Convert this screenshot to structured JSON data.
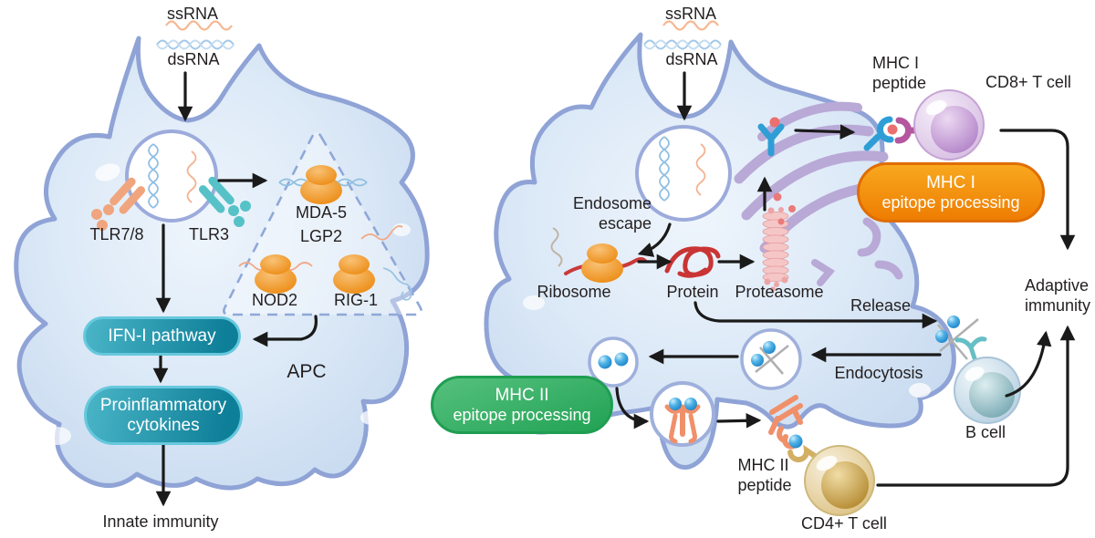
{
  "figure": {
    "left_cell": {
      "ssrna": "ssRNA",
      "dsrna": "dsRNA",
      "tlr78": "TLR7/8",
      "tlr3": "TLR3",
      "sensors": {
        "mda5": "MDA-5",
        "lgp2": "LGP2",
        "nod2": "NOD2",
        "rig1": "RIG-1"
      },
      "ifn_badge": "IFN-I pathway",
      "cytokine_badge_line1": "Proinflammatory",
      "cytokine_badge_line2": "cytokines",
      "apc": "APC",
      "outcome": "Innate immunity"
    },
    "right_cell": {
      "ssrna": "ssRNA",
      "dsrna": "dsRNA",
      "endosome_escape_line1": "Endosome",
      "endosome_escape_line2": "escape",
      "ribosome": "Ribosome",
      "protein": "Protein",
      "proteasome": "Proteasome",
      "release": "Release",
      "endocytosis": "Endocytosis",
      "mhc1_badge_line1": "MHC I",
      "mhc1_badge_line2": "epitope processing",
      "mhc2_badge_line1": "MHC II",
      "mhc2_badge_line2": "epitope processing",
      "mhc1_peptide_line1": "MHC I",
      "mhc1_peptide_line2": "peptide",
      "mhc2_peptide_line1": "MHC II",
      "mhc2_peptide_line2": "peptide",
      "cd8": "CD8+ T cell",
      "b_cell": "B cell",
      "cd4": "CD4+ T cell",
      "adaptive_line1": "Adaptive",
      "adaptive_line2": "immunity"
    },
    "colors": {
      "membrane": "#8fa3d6",
      "cell_fill": "#d9e7f6",
      "badge_teal": "#15829a",
      "badge_orange": "#f08907",
      "badge_green": "#2fa65d",
      "sensor_orange": "#f09a38",
      "tlr_orange": "#efa07b",
      "tlr_teal": "#59c3c8",
      "protein_red": "#c93434",
      "proteasome_pink": "#f0b6b6",
      "golgi_purple": "#b9a9d6",
      "mhc1_blue": "#2f9ed6",
      "tcr_magenta": "#b4579f",
      "mhc2_salmon": "#f0906a",
      "peptide_blue": "#2196d6",
      "cd8_purple": "#c9a5d6",
      "bcell_teal": "#8fb8c2",
      "cd4_gold": "#c89d4a"
    }
  }
}
